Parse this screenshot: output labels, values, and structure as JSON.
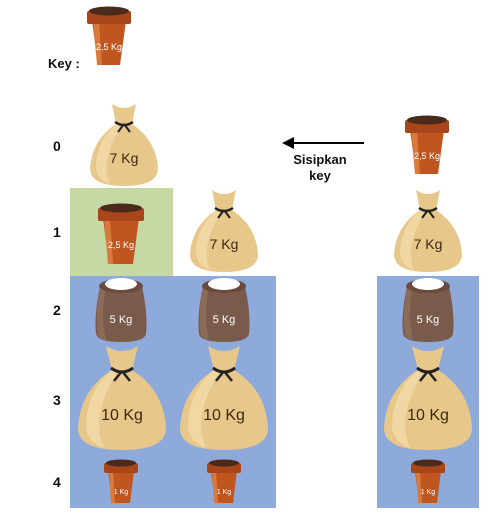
{
  "key_label": "Key :",
  "note": {
    "line1": "Sisipkan",
    "line2": "key"
  },
  "rows": [
    "0",
    "1",
    "2",
    "3",
    "4"
  ],
  "labels": {
    "key_pot": "2,5 Kg",
    "bag7_row0": "7 Kg",
    "pot_right_row0": "2,5 Kg",
    "pot_row1": "2,5 Kg",
    "bag7_mid_row1": "7 Kg",
    "bag7_right_row1": "7 Kg",
    "sack5_left": "5 Kg",
    "sack5_mid": "5 Kg",
    "sack5_right": "5 Kg",
    "bag10_left": "10 Kg",
    "bag10_mid": "10 Kg",
    "bag10_right": "10 Kg",
    "pot1_left": "1 Kg",
    "pot1_mid": "1 Kg",
    "pot1_right": "1 Kg"
  },
  "colors": {
    "highlight_green": "#c6d9a4",
    "highlight_blue": "#8eaadb",
    "pot": "#c0561f",
    "bag": "#e8c78a",
    "sack": "#7a5a4a"
  },
  "icons": {
    "pot": "flower-pot-icon",
    "bag": "tied-bag-icon",
    "sack": "sack-icon",
    "arrow": "arrow-left-icon"
  }
}
